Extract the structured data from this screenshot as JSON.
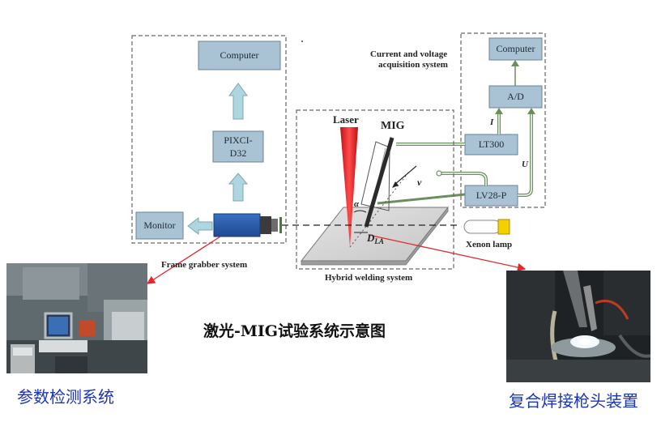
{
  "frame_grabber": {
    "computer": "Computer",
    "pixci": "PIXCI-",
    "d32": "D32",
    "monitor": "Monitor",
    "caption": "Frame grabber system"
  },
  "acquisition": {
    "title_line1": "Current and voltage",
    "title_line2": "acquisition system",
    "computer": "Computer",
    "ad": "A/D",
    "lt300": "LT300",
    "lv28": "LV28-P",
    "label_i": "I",
    "label_u": "U"
  },
  "welding": {
    "laser": "Laser",
    "mig": "MIG",
    "alpha": "α",
    "velocity": "v",
    "dla_main": "D",
    "dla_sub": "LA",
    "caption": "Hybrid welding system"
  },
  "xenon": "Xenon lamp",
  "main_title": "激光-MIG试验系统示意图",
  "photo_left_caption": "参数检测系统",
  "photo_right_caption": "复合焊接枪头装置",
  "colors": {
    "box_fill": "#a9c3d4",
    "arrow_fill": "#aed6de",
    "line_green": "#6b8e5e",
    "laser_red": "#e3272c",
    "caption_blue": "#1b35b8",
    "camera_blue": "#2a5aa8"
  }
}
